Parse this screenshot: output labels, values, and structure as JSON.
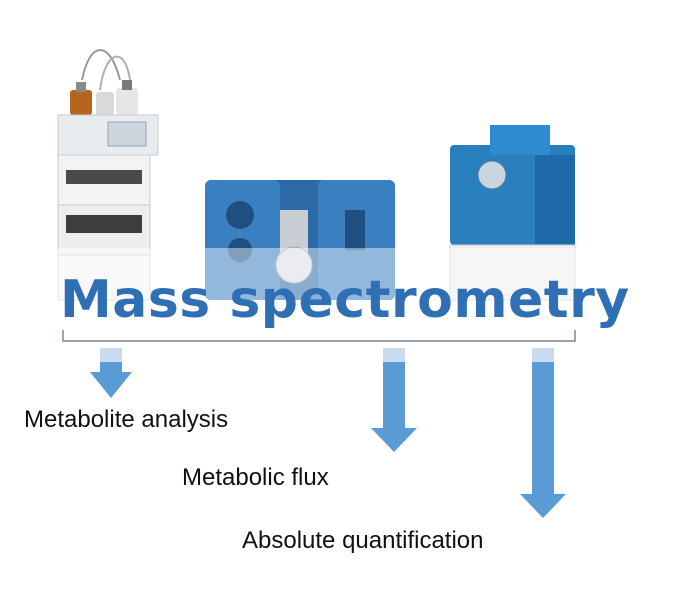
{
  "title": "Mass spectrometry",
  "instruments": [
    {
      "name": "lc-system"
    },
    {
      "name": "triple-quad-ms"
    },
    {
      "name": "high-res-ms"
    }
  ],
  "outputs": [
    {
      "label": "Metabolite analysis"
    },
    {
      "label": "Metabolic flux"
    },
    {
      "label": "Absolute quantification"
    }
  ],
  "colors": {
    "title": "#2f6fb3",
    "arrow": "#5b9bd5",
    "arrow_light": "#c9dcef",
    "instrument_blue": "#1f6fb0"
  }
}
